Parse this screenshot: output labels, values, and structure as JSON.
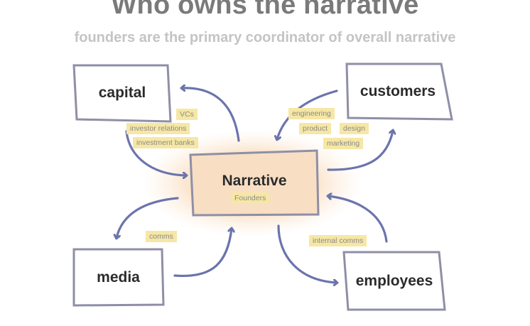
{
  "title": "Who owns the narrative",
  "subtitle": "founders are the primary coordinator of overall narrative",
  "center": {
    "label": "Narrative",
    "sublabel": "Founders"
  },
  "nodes": {
    "capital": "capital",
    "customers": "customers",
    "media": "media",
    "employees": "employees"
  },
  "tags": {
    "vcs": "VCs",
    "investor_relations": "investor relations",
    "investment_banks": "investment banks",
    "engineering": "engineering",
    "product": "product",
    "design": "design",
    "marketing": "marketing",
    "comms": "comms",
    "internal_comms": "internal comms"
  },
  "colors": {
    "box_stroke": "#8e8fa6",
    "arrow": "#6b74ad",
    "center_fill": "#f7dcc0",
    "tag_fill": "#f6e7a5"
  }
}
